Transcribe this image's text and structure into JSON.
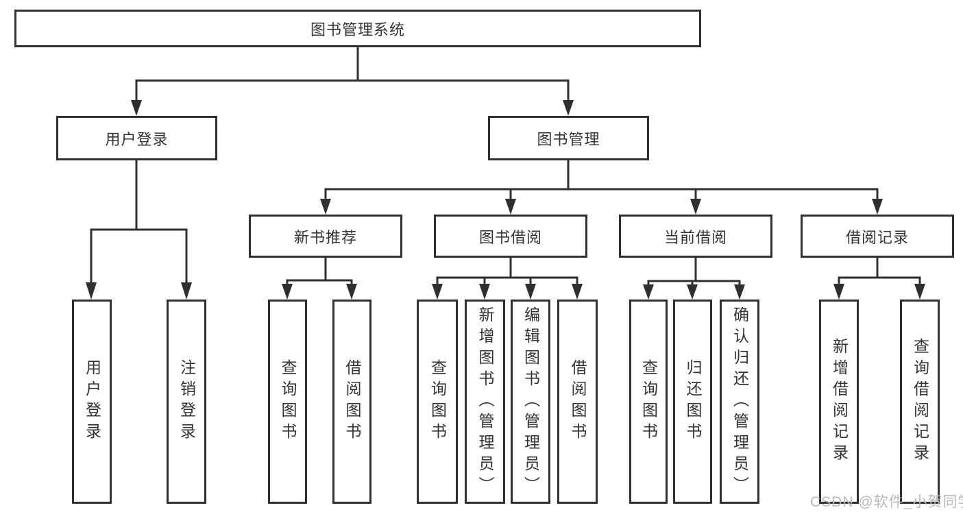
{
  "diagram": {
    "root": {
      "label": "图书管理系统"
    },
    "level2": [
      {
        "label": "用户登录"
      },
      {
        "label": "图书管理"
      }
    ],
    "level3": [
      {
        "label": "新书推荐",
        "parent": "图书管理"
      },
      {
        "label": "图书借阅",
        "parent": "图书管理"
      },
      {
        "label": "当前借阅",
        "parent": "图书管理"
      },
      {
        "label": "借阅记录",
        "parent": "图书管理"
      }
    ],
    "leaves": [
      {
        "label": "用户登录",
        "parent": "用户登录"
      },
      {
        "label": "注销登录",
        "parent": "用户登录"
      },
      {
        "label": "查询图书",
        "parent": "新书推荐"
      },
      {
        "label": "借阅图书",
        "parent": "新书推荐"
      },
      {
        "label": "查询图书",
        "parent": "图书借阅"
      },
      {
        "label": "新增图书（管理员）",
        "parent": "图书借阅"
      },
      {
        "label": "编辑图书（管理员）",
        "parent": "图书借阅"
      },
      {
        "label": "借阅图书",
        "parent": "图书借阅"
      },
      {
        "label": "查询图书",
        "parent": "当前借阅"
      },
      {
        "label": "归还图书",
        "parent": "当前借阅"
      },
      {
        "label": "确认归还（管理员）",
        "parent": "当前借阅"
      },
      {
        "label": "新增借阅记录",
        "parent": "借阅记录"
      },
      {
        "label": "查询借阅记录",
        "parent": "借阅记录"
      }
    ]
  },
  "watermark": {
    "text": "CSDN @软件_小贺同学"
  },
  "colors": {
    "line": "#2f2f2f",
    "text": "#333333",
    "box_background": "#ffffff",
    "page_background": "#ffffff",
    "watermark": "#b9b9b9"
  }
}
